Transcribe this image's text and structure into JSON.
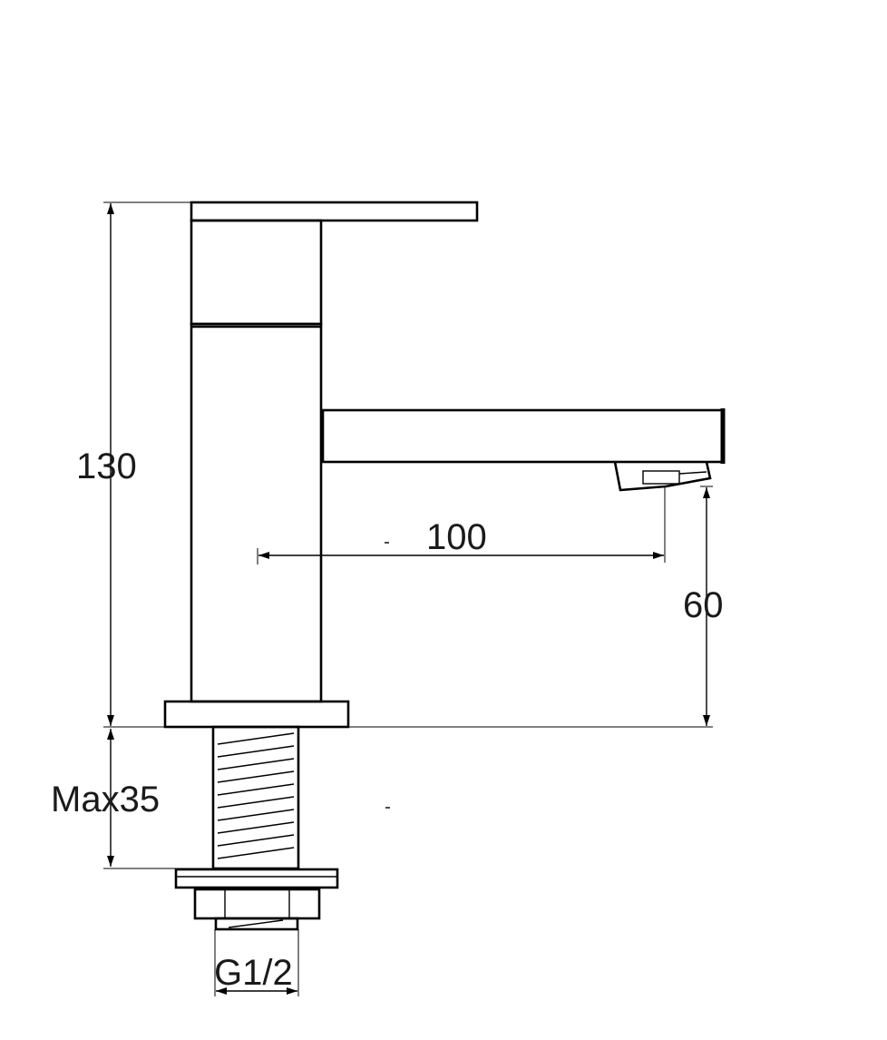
{
  "dimensions": {
    "total_height": "130",
    "spout_reach": "100",
    "spout_height": "60",
    "max_thickness": "Max35",
    "thread_size": "G1/2"
  },
  "colors": {
    "line": "#000000",
    "background": "#ffffff"
  }
}
